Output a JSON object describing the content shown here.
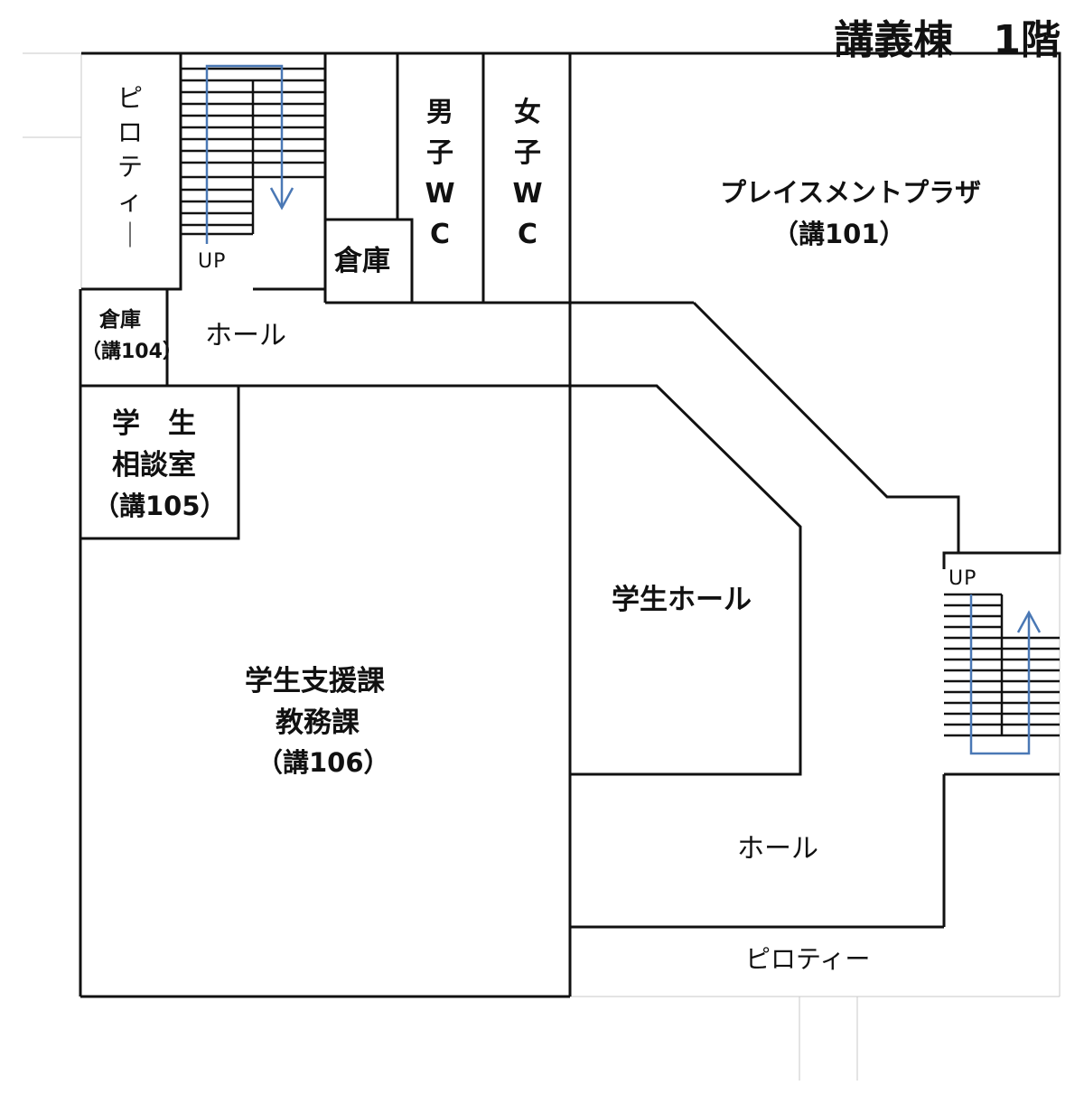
{
  "title": "講義棟　1階",
  "rooms": {
    "piloti_left": "ピロティー",
    "piloti_bottom": "ピロティー",
    "storage_small": "倉庫",
    "mens_wc": [
      "男",
      "子",
      "W",
      "C"
    ],
    "womens_wc": [
      "女",
      "子",
      "W",
      "C"
    ],
    "placement_plaza": "プレイスメントプラザ",
    "placement_plaza_no": "（講101）",
    "storage_104": "倉庫",
    "storage_104_no": "（講104）",
    "hall_top": "ホール",
    "counseling_line1": "学　生",
    "counseling_line2": "相談室",
    "counseling_no": "（講105）",
    "student_hall": "学生ホール",
    "support_line1": "学生支援課",
    "support_line2": "教務課",
    "support_no": "（講106）",
    "hall_bottom": "ホール"
  },
  "stairs": {
    "left_up": "UP",
    "right_up": "UP"
  },
  "colors": {
    "wall": "#111111",
    "thin_line": "#c8c8c8",
    "arrow": "#4a78b5"
  }
}
